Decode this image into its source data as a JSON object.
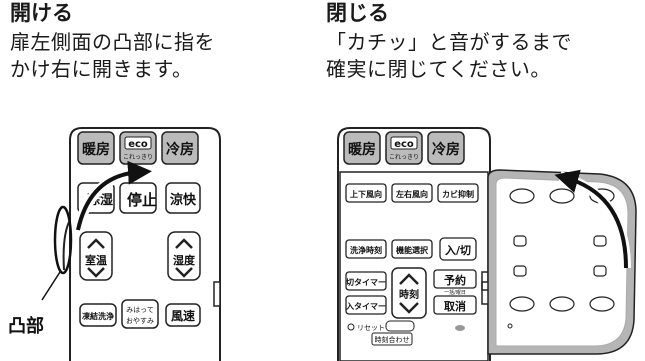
{
  "open": {
    "heading": "開ける",
    "text": "扉左側面の凸部に指を\nかけ右に開きます。",
    "callout_label": "凸部",
    "buttons": {
      "heat": "暖房",
      "eco_top": "eco",
      "eco_bottom": "これっきり",
      "cool": "冷房",
      "dry_partial": "除湿",
      "stop": "停止",
      "fan": "涼快",
      "room_temp": "室温",
      "humidity": "湿度",
      "freeze_wash": "凍結洗浄",
      "mihatte_top": "みはって",
      "mihatte_bottom": "おやすみ",
      "wind_speed": "風速"
    }
  },
  "close": {
    "heading": "閉じる",
    "text": "「カチッ」と音がするまで\n確実に閉じてください。",
    "buttons": {
      "heat": "暖房",
      "eco_top": "eco",
      "eco_bottom": "これっきり",
      "cool": "冷房",
      "vertical_flap": "上下風向",
      "horizontal_flap": "左右風向",
      "mold_guard": "カビ抑制",
      "wash_time": "洗浄時刻",
      "function_select": "機能選択",
      "on_off": "入/切",
      "off_timer": "切タイマー",
      "time": "時刻",
      "reserve": "予約",
      "reserve_sub": "一括/曜日",
      "on_timer": "入タイマー",
      "cancel": "取消",
      "reset": "リセット",
      "clock_set": "時刻合わせ"
    }
  }
}
